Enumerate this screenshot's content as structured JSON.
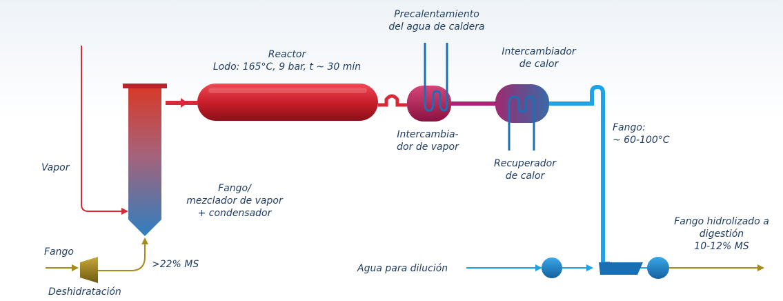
{
  "labels": {
    "precalentamiento": [
      "Precalentamiento",
      "del agua de caldera"
    ],
    "reactor": [
      "Reactor",
      "Lodo: 165°C, 9 bar, t ~ 30 min"
    ],
    "intercambiador_calor": [
      "Intercambiador",
      "de calor"
    ],
    "intercambiador_vapor": [
      "Intercambia-",
      "dor de vapor"
    ],
    "recuperador": [
      "Recuperador",
      "de calor"
    ],
    "fango_temp": [
      "Fango:",
      "~ 60-100°C"
    ],
    "vapor": "Vapor",
    "mezclador": [
      "Fango/",
      "mezclador de vapor",
      "+ condensador"
    ],
    "fango_in": "Fango",
    "deshidratacion": "Deshidratación",
    "ms22": ">22% MS",
    "agua_dilucion": "Agua para dilución",
    "fango_hidrolizado": [
      "Fango hidrolizado a",
      "digestión",
      "10-12% MS"
    ]
  },
  "colors": {
    "steam_red": "#d42a3a",
    "reactor_red": "#c81e2a",
    "flow_blue": "#1fa3e6",
    "dark_blue": "#1b6fb5",
    "sludge_olive": "#a58a1c",
    "text_navy": "#1f3d63",
    "magenta": "#b0207a"
  }
}
